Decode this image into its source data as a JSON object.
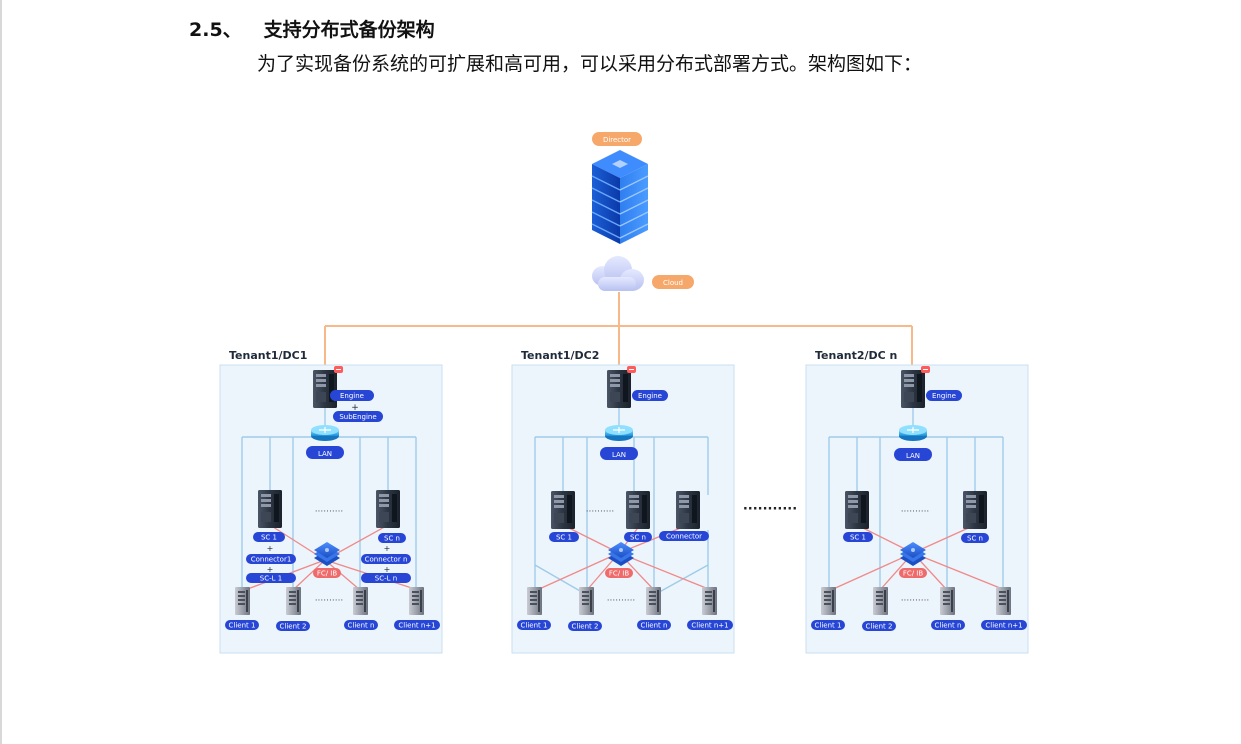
{
  "section": {
    "number": "2.5、",
    "title": "支持分布式备份架构",
    "intro": "为了实现备份系统的可扩展和高可用，可以采用分布式部署方式。架构图如下："
  },
  "diagram": {
    "director_label": "Director",
    "cloud_label": "Cloud",
    "ellipsis": "···········",
    "tenants": [
      {
        "title": "Tenant1/DC1",
        "engine": "Engine",
        "plus": "+",
        "subengine": "SubEngine",
        "lan": "LAN",
        "sc_left": "SC 1",
        "sc_right": "SC n",
        "connector_left": "Connector1",
        "connector_right": "Connector n",
        "scl_left": "SC-L 1",
        "scl_right": "SC-L n",
        "fc": "FC/ IB",
        "clients": [
          "Client 1",
          "Client 2",
          "Client n",
          "Client  n+1"
        ],
        "dots": "··········"
      },
      {
        "title": "Tenant1/DC2",
        "engine": "Engine",
        "lan": "LAN",
        "sc_left": "SC 1",
        "sc_right": "SC n",
        "connector": "Connector",
        "fc": "FC/ IB",
        "clients": [
          "Client 1",
          "Client 2",
          "Client n",
          "Client n+1"
        ],
        "dots": "··········"
      },
      {
        "title": "Tenant2/DC n",
        "engine": "Engine",
        "lan": "LAN",
        "sc_left": "SC 1",
        "sc_right": "SC n",
        "fc": "FC/ IB",
        "clients": [
          "Client 1",
          "Client 2",
          "Client n",
          "Client  n+1"
        ],
        "dots": "··········"
      }
    ]
  },
  "colors": {
    "orange_pill": "#f6a86a",
    "blue_pill": "#2746d6",
    "red_pill": "#ef6a6a",
    "panel_bg": "#ecf5fc",
    "panel_border": "#c9dff0",
    "link_orange": "#f7b98a",
    "link_blue": "#9fcbea",
    "link_red": "#f08a8a"
  }
}
